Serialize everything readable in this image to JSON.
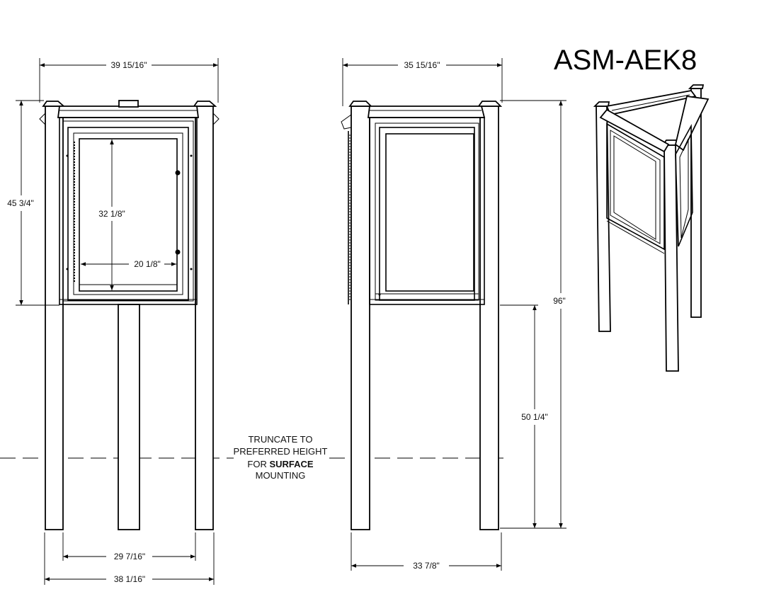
{
  "title": "ASM-AEK8",
  "note": {
    "line1": "TRUNCATE TO",
    "line2": "PREFERRED HEIGHT",
    "line3_prefix": "FOR ",
    "line3_bold": "SURFACE",
    "line4": "MOUNTING"
  },
  "front": {
    "overall_width": "39 15/16\"",
    "cabinet_height": "45 3/4\"",
    "viewing_height": "32 1/8\"",
    "viewing_width": "20 1/8\"",
    "inner_post_span": "29 7/16\"",
    "outer_post_span": "38 1/16\""
  },
  "side": {
    "overall_width": "35 15/16\"",
    "total_height": "96\"",
    "leg_height": "50 1/4\"",
    "base_depth": "33 7/8\""
  }
}
